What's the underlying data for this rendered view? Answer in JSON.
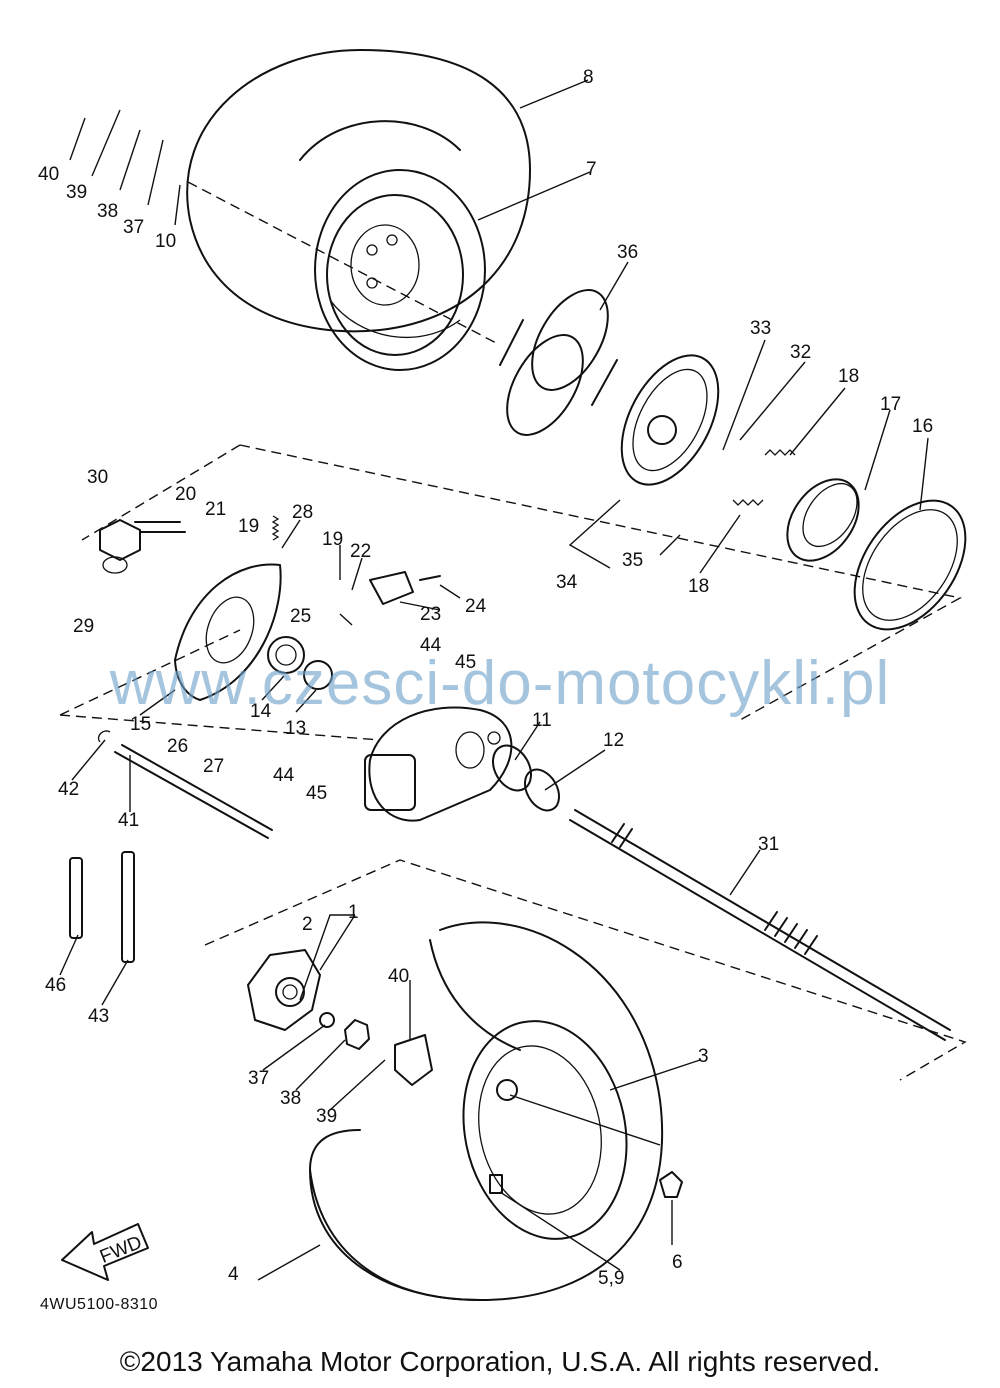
{
  "diagram": {
    "code": "4WU5100-8310",
    "watermark": "www.czesci-do-motocykli.pl",
    "copyright": "©2013 Yamaha Motor Corporation, U.S.A. All rights reserved.",
    "fwd_label": "FWD",
    "callouts": [
      "1",
      "2",
      "3",
      "4",
      "5,9",
      "6",
      "7",
      "8",
      "10",
      "11",
      "12",
      "13",
      "14",
      "15",
      "16",
      "17",
      "18",
      "18",
      "19",
      "19",
      "20",
      "21",
      "22",
      "23",
      "24",
      "25",
      "26",
      "27",
      "28",
      "29",
      "30",
      "31",
      "32",
      "33",
      "34",
      "35",
      "36",
      "37",
      "37",
      "38",
      "38",
      "39",
      "39",
      "40",
      "40",
      "41",
      "42",
      "43",
      "44",
      "44",
      "45",
      "45",
      "46"
    ]
  }
}
